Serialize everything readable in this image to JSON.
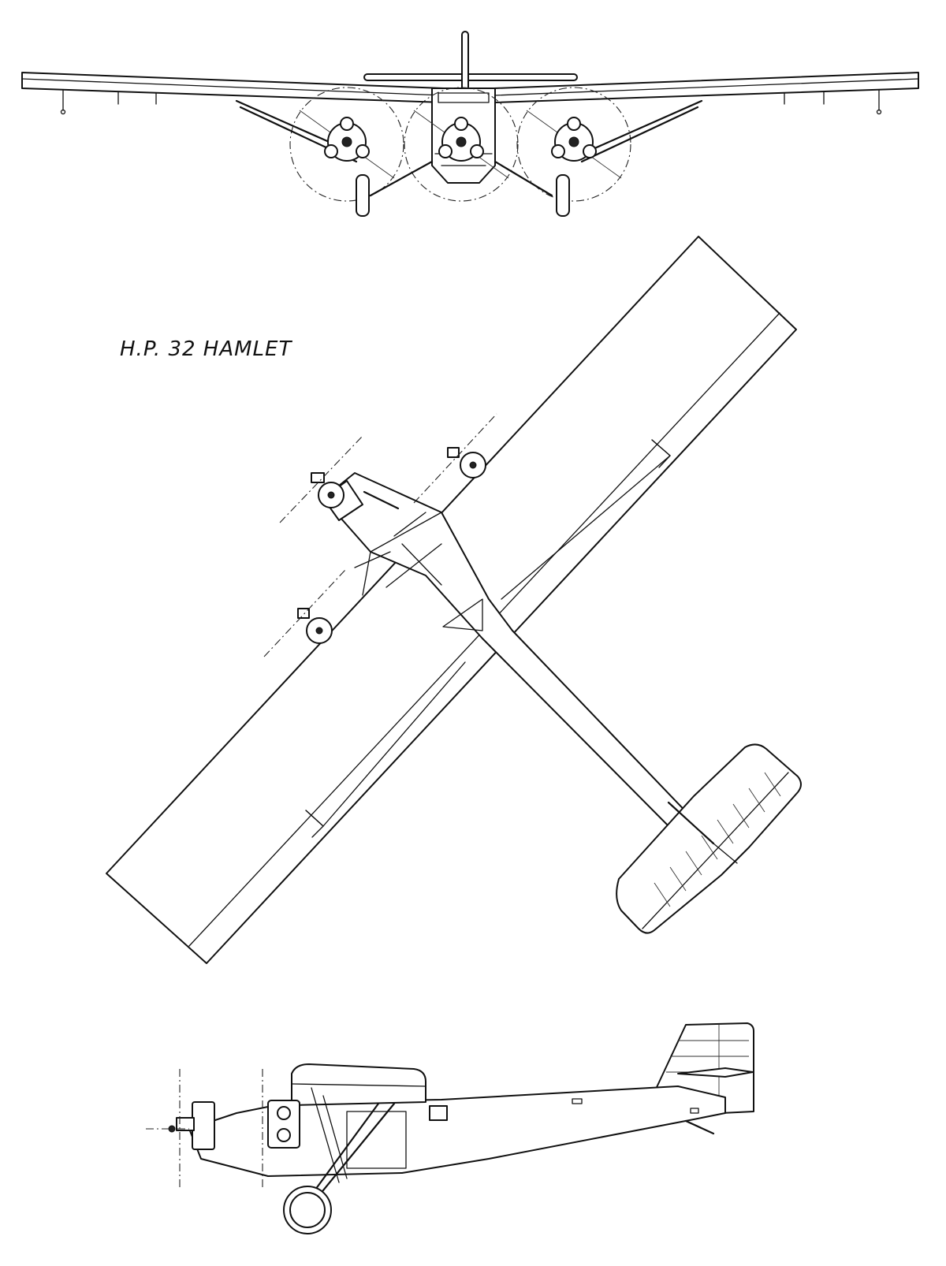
{
  "drawing": {
    "title": "H.P. 32 HAMLET",
    "views": [
      "front-view",
      "plan-view",
      "side-view"
    ],
    "line_color": "#111111",
    "background_color": "#ffffff"
  }
}
